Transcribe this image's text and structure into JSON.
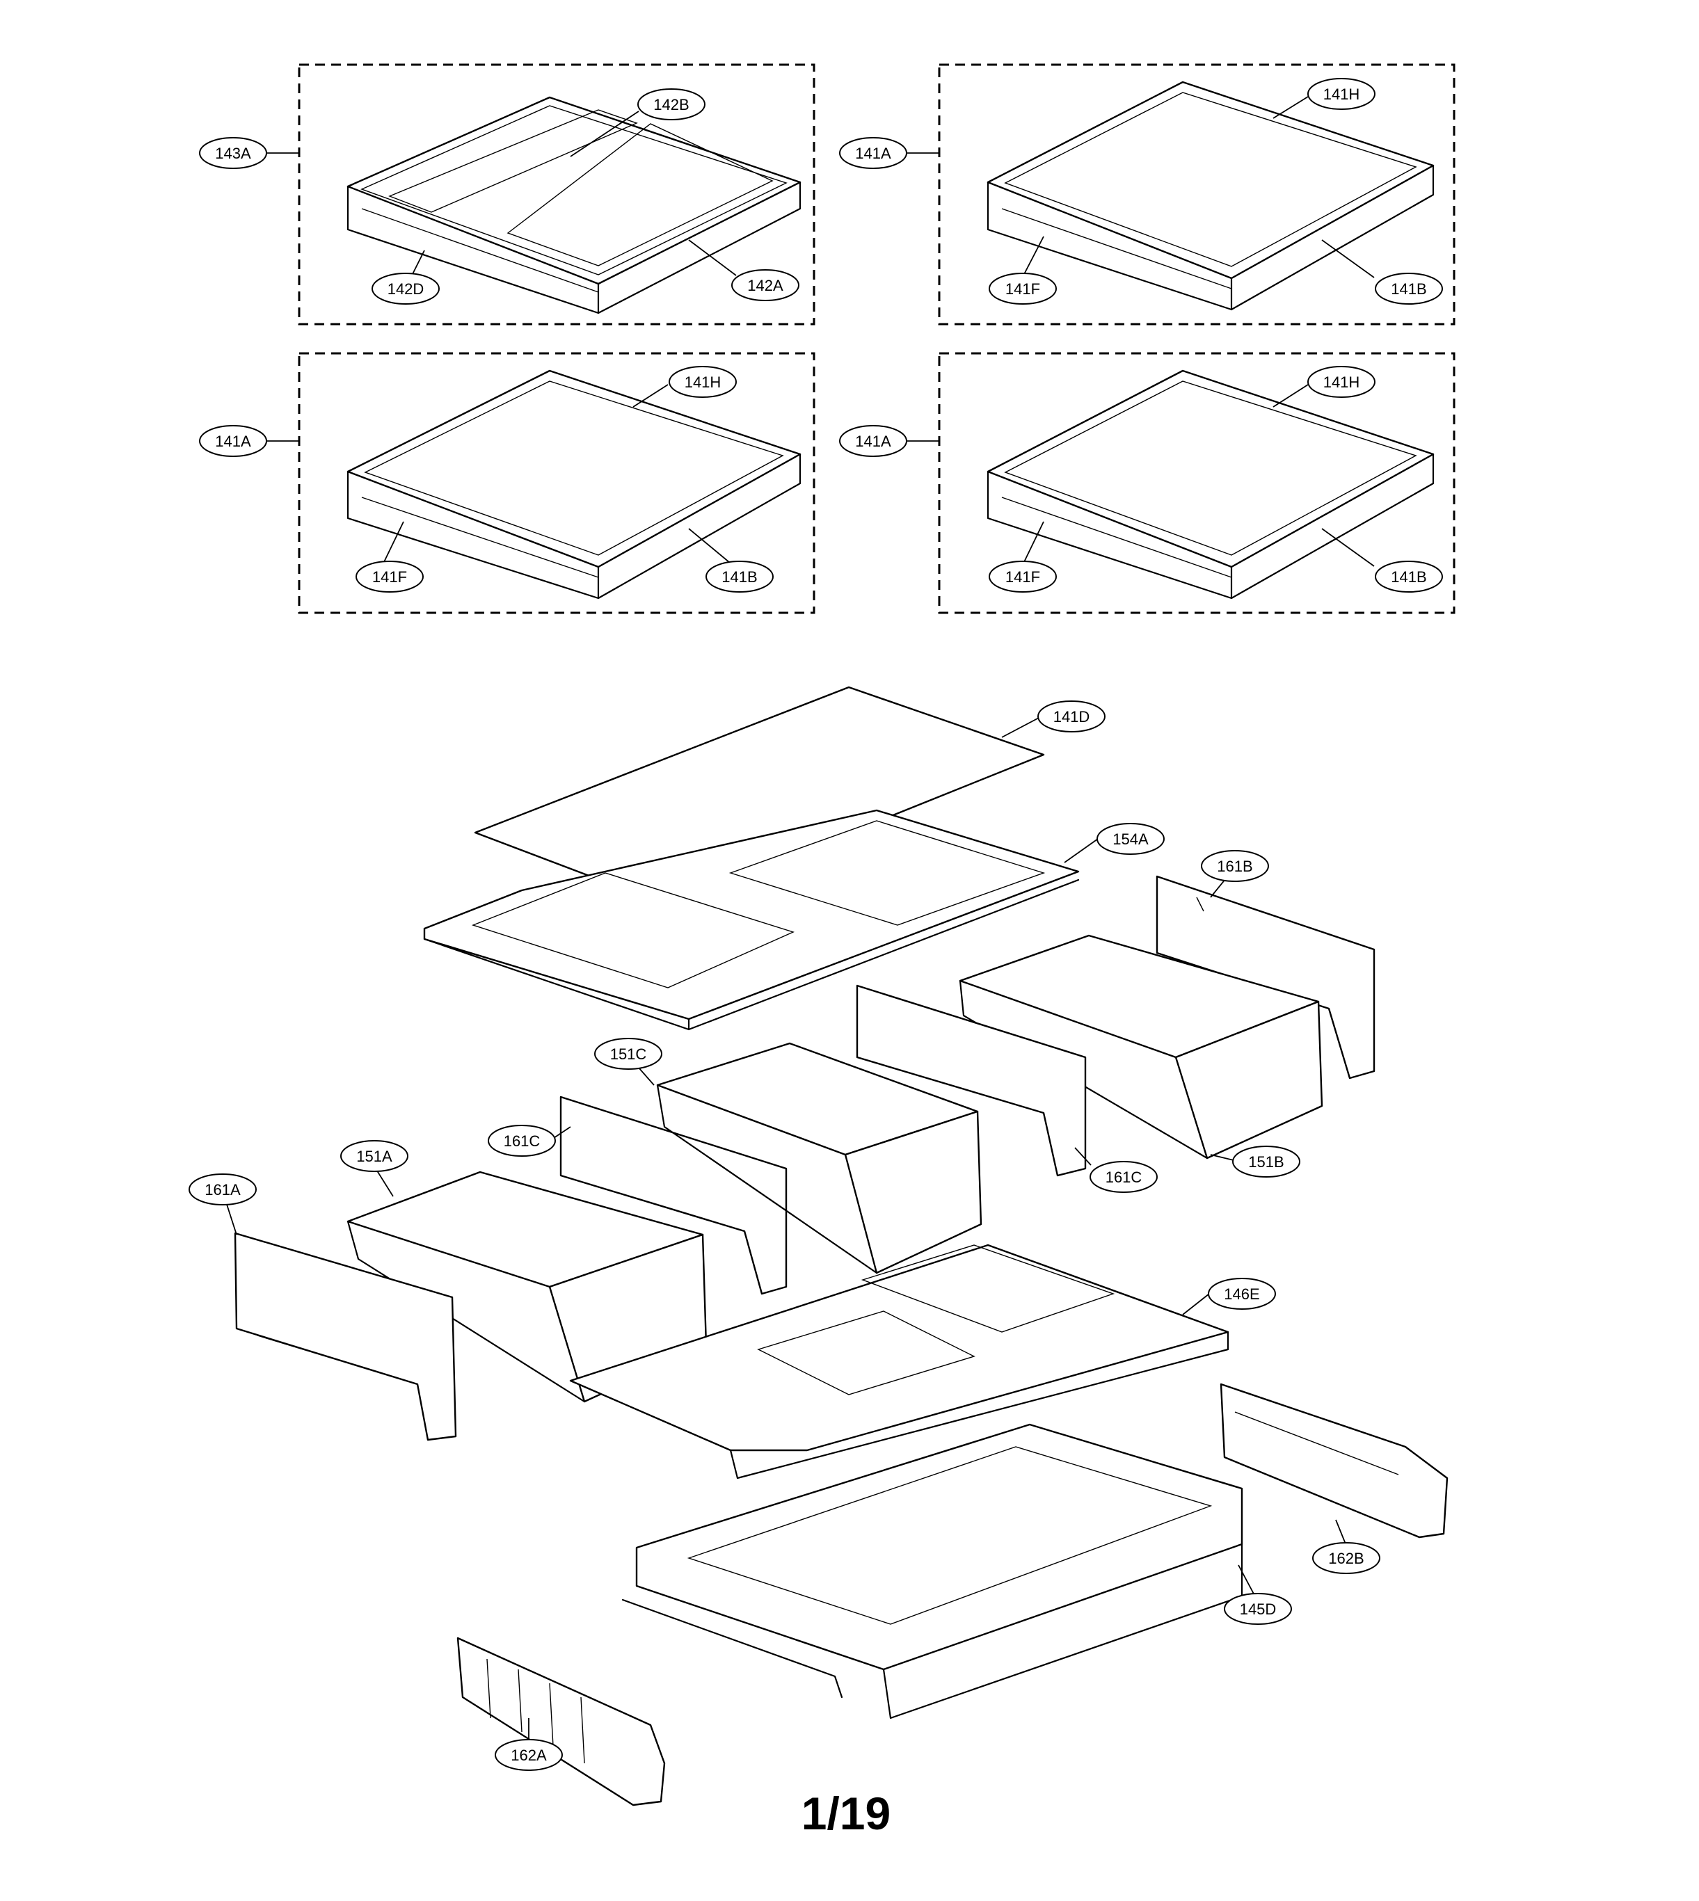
{
  "callouts": {
    "c143A": "143A",
    "c142B": "142B",
    "c142D": "142D",
    "c142A": "142A",
    "c141A_1": "141A",
    "c141H_1": "141H",
    "c141F_1": "141F",
    "c141B_1": "141B",
    "c141A_2": "141A",
    "c141H_2": "141H",
    "c141F_2": "141F",
    "c141B_2": "141B",
    "c141A_3": "141A",
    "c141H_3": "141H",
    "c141F_3": "141F",
    "c141B_3": "141B",
    "c141D": "141D",
    "c154A": "154A",
    "c161B": "161B",
    "c151C": "151C",
    "c161C_1": "161C",
    "c161C_2": "161C",
    "c151B": "151B",
    "c151A": "151A",
    "c161A": "161A",
    "c146E": "146E",
    "c162B": "162B",
    "c145D": "145D",
    "c162A": "162A"
  },
  "page_number": "1/19"
}
